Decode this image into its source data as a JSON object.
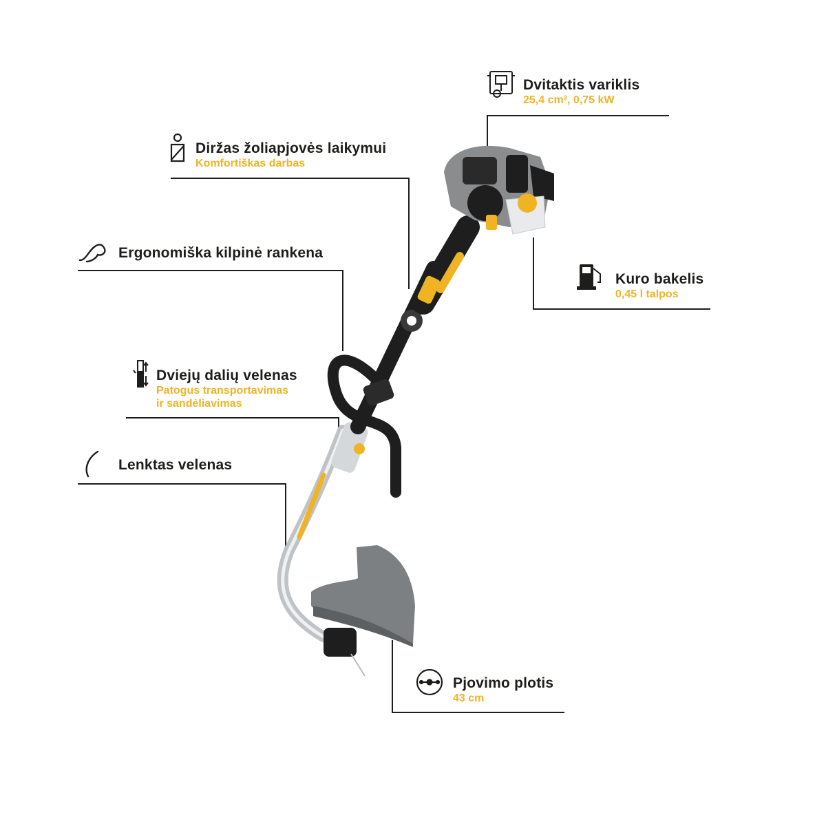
{
  "colors": {
    "text": "#1d1d1b",
    "accent": "#f0b323",
    "line": "#1d1d1b",
    "body_grey": "#8a8c8e",
    "body_dark": "#1e1e1e"
  },
  "callouts": {
    "engine": {
      "icon": "engine-piston-icon",
      "title": "Dvitaktis variklis",
      "sub": "25,4 cm², 0,75 kW"
    },
    "belt": {
      "icon": "harness-belt-icon",
      "title": "Diržas žoliapjovės laikymui",
      "sub": "Komfortiškas darbas"
    },
    "handle": {
      "icon": "loop-handle-icon",
      "title": "Ergonomiška kilpinė rankena"
    },
    "fuel": {
      "icon": "fuel-pump-icon",
      "title": "Kuro bakelis",
      "sub": "0,45 l talpos"
    },
    "shaft": {
      "icon": "split-shaft-icon",
      "title": "Dviejų dalių velenas",
      "sub1": "Patogus transportavimas",
      "sub2": "ir sandėliavimas"
    },
    "curved": {
      "icon": "curved-shaft-icon",
      "title": "Lenktas velenas"
    },
    "cutting": {
      "icon": "cutting-width-icon",
      "title": "Pjovimo plotis",
      "sub": "43 cm"
    }
  }
}
